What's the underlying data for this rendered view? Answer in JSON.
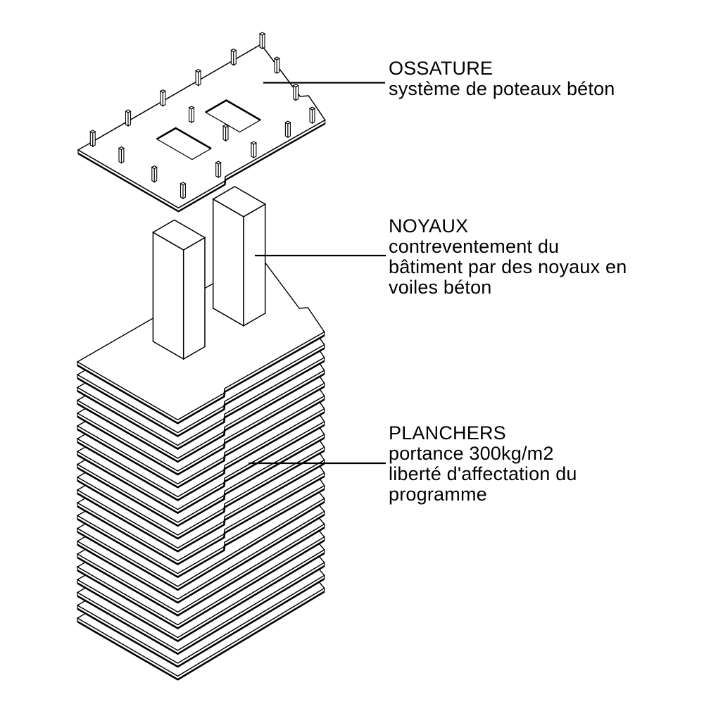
{
  "page": {
    "background": "#ffffff"
  },
  "style": {
    "line_color": "#000000",
    "text_color": "#000000",
    "face_fill": "#ffffff"
  },
  "figure": {
    "type": "exploded axonometric structural diagram",
    "parts": [
      "ossature slab with columns",
      "two core volumes",
      "stacked floor plates"
    ]
  },
  "labels": {
    "ossature": {
      "title": "OSSATURE",
      "body": [
        "système de poteaux béton"
      ]
    },
    "noyaux": {
      "title": "NOYAUX",
      "body": [
        "contreventement du",
        "bâtiment par des noyaux en",
        "voiles béton"
      ]
    },
    "planchers": {
      "title": "PLANCHERS",
      "body": [
        "portance 300kg/m2",
        "liberté d'affectation du",
        "programme"
      ]
    }
  }
}
